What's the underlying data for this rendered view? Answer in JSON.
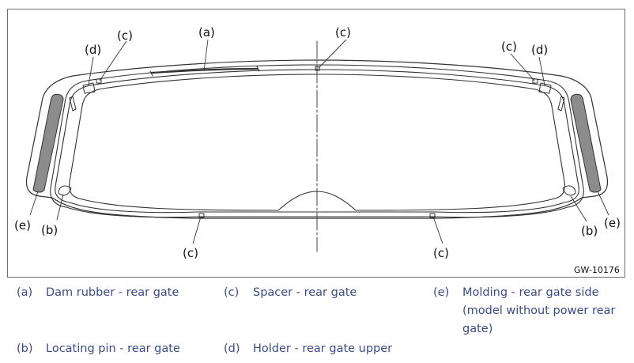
{
  "figure": {
    "id": "GW-10176",
    "callouts": {
      "a": "(a)",
      "b": "(b)",
      "c": "(c)",
      "d": "(d)",
      "e": "(e)"
    }
  },
  "legend": [
    {
      "key": "(a)",
      "text": "Dam rubber - rear gate"
    },
    {
      "key": "(c)",
      "text": "Spacer - rear gate"
    },
    {
      "key": "(e)",
      "text": "Molding - rear gate side (model without power rear gate)"
    },
    {
      "key": "(b)",
      "text": "Locating pin - rear gate"
    },
    {
      "key": "(d)",
      "text": "Holder - rear gate upper"
    }
  ]
}
